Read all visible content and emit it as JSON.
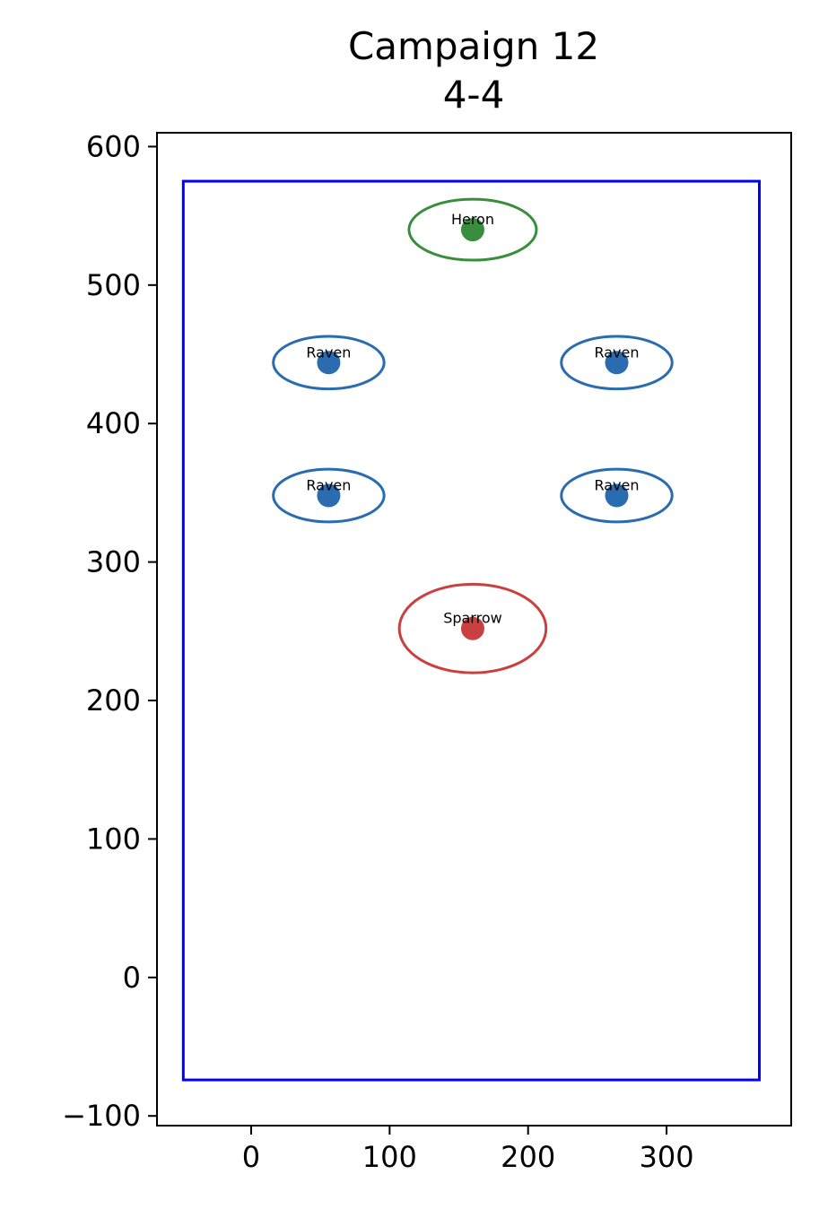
{
  "chart_data": {
    "type": "scatter",
    "title": "Campaign 12",
    "subtitle": "4-4",
    "xlabel": "",
    "ylabel": "",
    "xlim": [
      -68,
      390
    ],
    "ylim": [
      -107,
      610
    ],
    "xticks": [
      0,
      100,
      200,
      300
    ],
    "yticks": [
      -100,
      0,
      100,
      200,
      300,
      400,
      500,
      600
    ],
    "xtick_labels": [
      "0",
      "100",
      "200",
      "300"
    ],
    "ytick_labels": [
      "−100",
      "0",
      "100",
      "200",
      "300",
      "400",
      "500",
      "600"
    ],
    "grid": false,
    "boundary": {
      "x0": -49,
      "y0": -74,
      "x1": 367,
      "y1": 575,
      "color": "#0000ff"
    },
    "units": [
      {
        "label": "Heron",
        "x": 160,
        "y": 540,
        "rx": 46,
        "ry": 22,
        "color": "#388e3c"
      },
      {
        "label": "Raven",
        "x": 56,
        "y": 444,
        "rx": 40,
        "ry": 19,
        "color": "#2b6cb0"
      },
      {
        "label": "Raven",
        "x": 264,
        "y": 444,
        "rx": 40,
        "ry": 19,
        "color": "#2b6cb0"
      },
      {
        "label": "Raven",
        "x": 56,
        "y": 348,
        "rx": 40,
        "ry": 19,
        "color": "#2b6cb0"
      },
      {
        "label": "Raven",
        "x": 264,
        "y": 348,
        "rx": 40,
        "ry": 19,
        "color": "#2b6cb0"
      },
      {
        "label": "Sparrow",
        "x": 160,
        "y": 252,
        "rx": 53,
        "ry": 32,
        "color": "#c94040"
      }
    ]
  }
}
